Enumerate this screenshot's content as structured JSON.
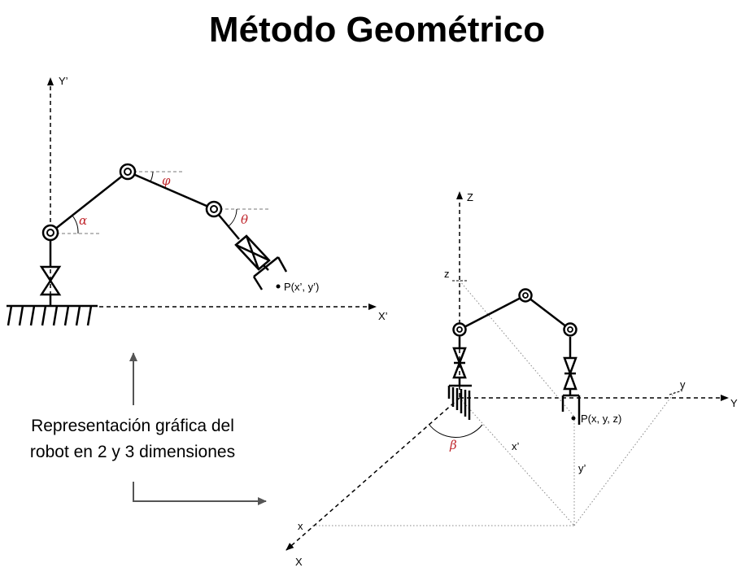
{
  "title": "Método Geométrico",
  "diagram2d": {
    "axis_y": "Y’",
    "axis_x": "X’",
    "angles": {
      "alpha": "α",
      "phi": "φ",
      "theta": "θ"
    },
    "point": "P(x’, y’)"
  },
  "diagram3d": {
    "axis_z": "Z",
    "axis_y": "Y",
    "axis_x": "X",
    "mark_z": "z",
    "mark_y": "y",
    "mark_x": "x",
    "mark_xp": "x’",
    "mark_yp": "y’",
    "angle_beta": "β",
    "point": "P(x, y, z)"
  },
  "caption": {
    "line1": "Representación gráfica del",
    "line2": "robot en 2 y 3 dimensiones"
  }
}
